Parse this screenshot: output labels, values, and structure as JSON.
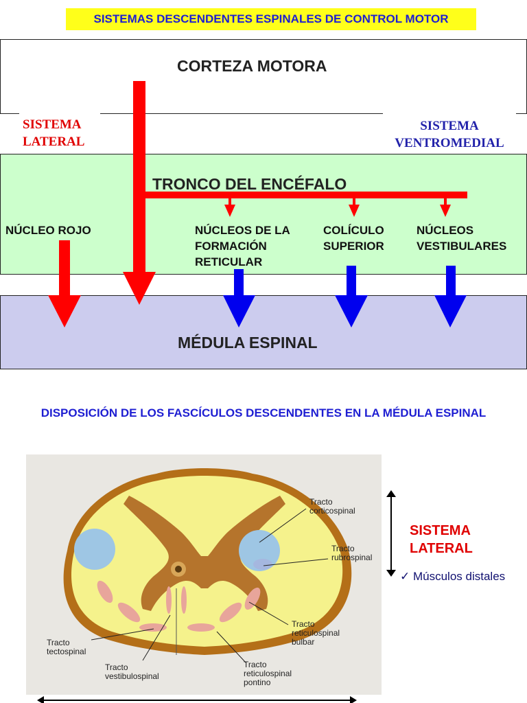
{
  "title": "SISTEMAS DESCENDENTES ESPINALES DE CONTROL MOTOR",
  "cortex": "CORTEZA MOTORA",
  "lateral": [
    "SISTEMA",
    "LATERAL"
  ],
  "ventromedial": [
    "SISTEMA",
    "VENTROMEDIAL"
  ],
  "tronco": "TRONCO DEL ENCÉFALO",
  "nucleo_rojo": "NÚCLEO ROJO",
  "reticular": [
    "NÚCLEOS DE LA",
    "FORMACIÓN",
    "RETICULAR"
  ],
  "coliculo": [
    "COLÍCULO",
    "SUPERIOR"
  ],
  "vestibulares": [
    "NÚCLEOS",
    "VESTIBULARES"
  ],
  "medula": "MÉDULA ESPINAL",
  "subtitle": "DISPOSICIÓN DE LOS FASCÍCULOS DESCENDENTES EN LA MÉDULA ESPINAL",
  "tracts": {
    "corticospinal": [
      "Tracto",
      "corticospinal"
    ],
    "rubrospinal": [
      "Tracto",
      "rubrospinal"
    ],
    "reticulospinal_bulbar": [
      "Tracto",
      "reticulospinal",
      "bulbar"
    ],
    "reticulospinal_pontino": [
      "Tracto",
      "reticulospinal",
      "pontino"
    ],
    "tectospinal": [
      "Tracto",
      "tectospinal"
    ],
    "vestibulospinal": [
      "Tracto",
      "vestibulospinal"
    ]
  },
  "side_label": [
    "SISTEMA",
    "LATERAL"
  ],
  "distal_check": "✓",
  "distal": "Músculos distales",
  "colors": {
    "red": "#ff0000",
    "blue": "#0000ee",
    "banner": "#ffff1a"
  }
}
